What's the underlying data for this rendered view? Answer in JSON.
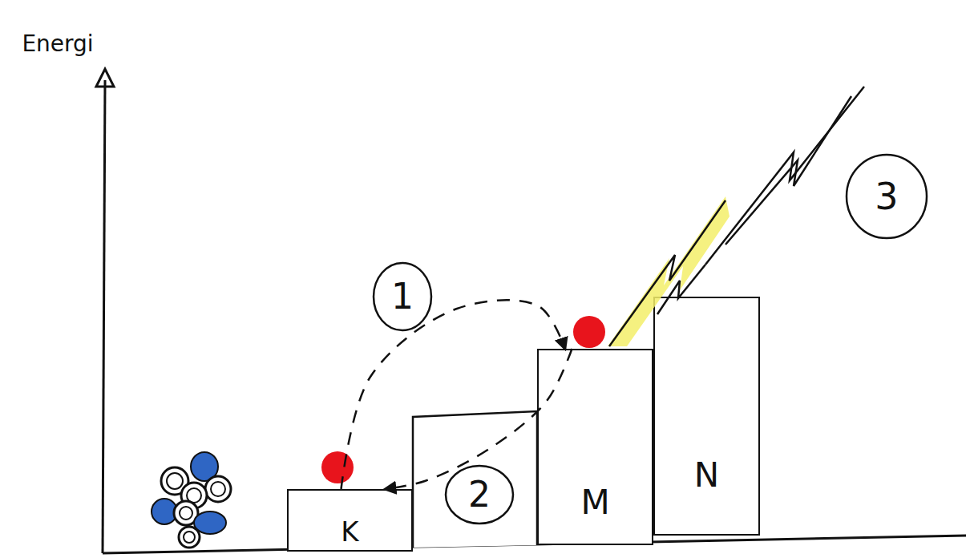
{
  "diagram": {
    "nodes": [
      {
        "text": [
          "K"
        ]
      },
      {
        "text": [
          "M"
        ]
      },
      {
        "text": [
          "N"
        ]
      }
    ],
    "edges": [
      {
        "from": 0,
        "to": 1,
        "arrow": "to"
      },
      {
        "from": 1,
        "to": 0,
        "arrow": "to"
      }
    ],
    "labels": [
      "Energi",
      "1",
      "2",
      "3"
    ]
  }
}
